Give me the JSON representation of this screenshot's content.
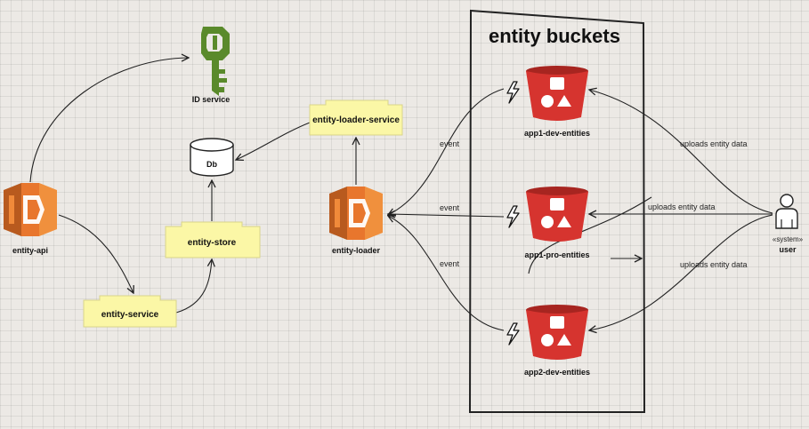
{
  "diagram": {
    "title": "entity buckets",
    "nodes": {
      "id_service": "ID service",
      "db": "Db",
      "entity_api": "entity-api",
      "entity_service": "entity-service",
      "entity_store": "entity-store",
      "entity_loader_service": "entity-loader-service",
      "entity_loader": "entity-loader",
      "app1_dev_entities": "app1-dev-entities",
      "app1_pro_entities": "app1-pro-entities",
      "app2_dev_entities": "app2-dev-entities",
      "user_stereotype": "«system»",
      "user": "user"
    },
    "edges": {
      "event_1": "event",
      "event_2": "event",
      "event_3": "event",
      "uploads_1": "uploads entity data",
      "uploads_2": "uploads entity data",
      "uploads_3": "uploads entity data"
    },
    "colors": {
      "lambda_orange": "#e8762d",
      "bucket_red": "#d6342f",
      "component_yellow": "#fbf7a6",
      "key_green": "#5a8a2b"
    },
    "icons": [
      "lambda-icon",
      "s3-bucket-icon",
      "key-icon",
      "database-icon",
      "lightning-icon",
      "user-icon"
    ]
  }
}
